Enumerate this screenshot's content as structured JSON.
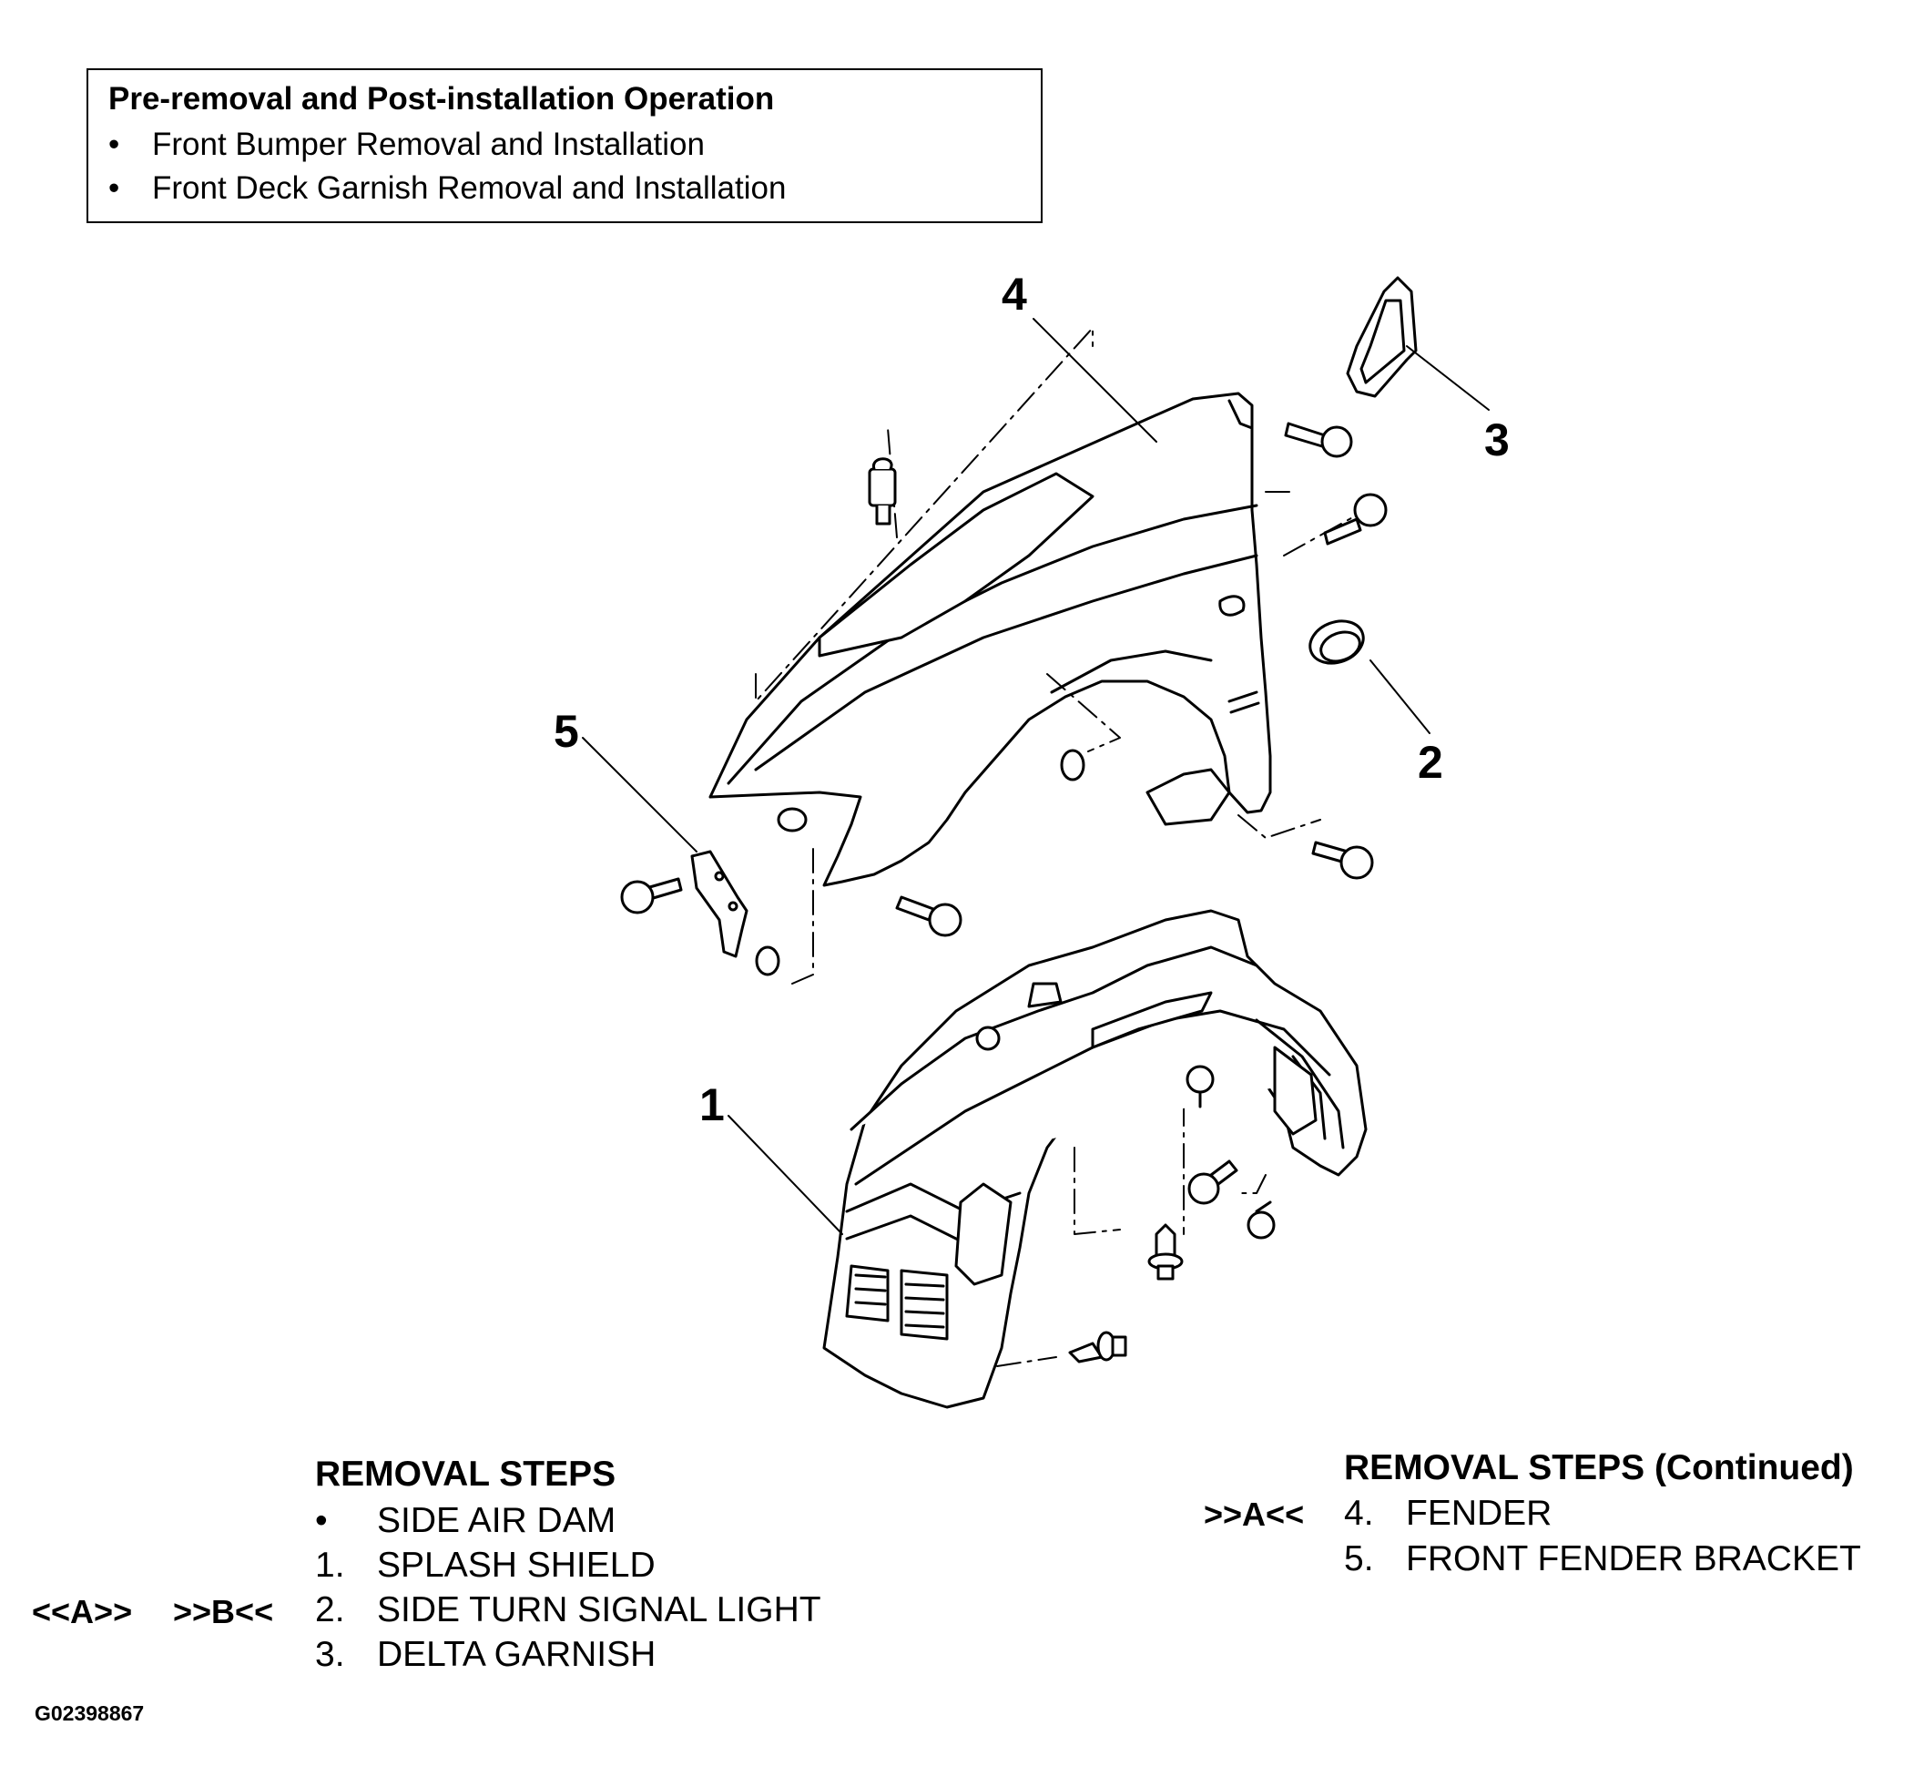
{
  "info_box": {
    "title": "Pre-removal and Post-installation Operation",
    "items": [
      "Front Bumper Removal and Installation",
      "Front Deck Garnish Removal and Installation"
    ]
  },
  "callouts": [
    "1",
    "2",
    "3",
    "4",
    "5"
  ],
  "removal_steps": {
    "heading": "REMOVAL STEPS",
    "bullet": "•",
    "steps": [
      {
        "num": "",
        "label": "SIDE AIR DAM"
      },
      {
        "num": "1.",
        "label": "SPLASH SHIELD"
      },
      {
        "num": "2.",
        "label": "SIDE TURN SIGNAL LIGHT",
        "codes": [
          "<<A>>",
          ">>B<<"
        ]
      },
      {
        "num": "3.",
        "label": "DELTA GARNISH"
      }
    ]
  },
  "removal_steps_continued": {
    "heading": "REMOVAL STEPS (Continued)",
    "steps": [
      {
        "num": "4.",
        "label": "FENDER",
        "codes": [
          ">>A<<"
        ]
      },
      {
        "num": "5.",
        "label": "FRONT FENDER BRACKET"
      }
    ]
  },
  "figure_id": "G02398867"
}
